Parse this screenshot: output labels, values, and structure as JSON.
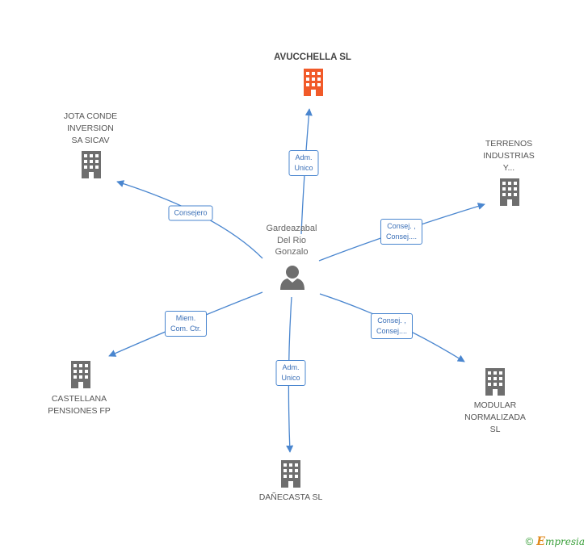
{
  "center": {
    "lines": [
      "Gardeazabal",
      "Del Rio",
      "Gonzalo"
    ],
    "icon": "person-icon"
  },
  "companies": [
    {
      "id": "avucchella",
      "lines": [
        "AVUCCHELLA SL"
      ],
      "highlight": true,
      "icon": "building-icon"
    },
    {
      "id": "jota-conde",
      "lines": [
        "JOTA CONDE",
        "INVERSION",
        "SA SICAV"
      ],
      "icon": "building-icon"
    },
    {
      "id": "terrenos",
      "lines": [
        "TERRENOS",
        "INDUSTRIAS",
        "Y..."
      ],
      "icon": "building-icon"
    },
    {
      "id": "castellana",
      "lines": [
        "CASTELLANA",
        "PENSIONES FP"
      ],
      "icon": "building-icon"
    },
    {
      "id": "danecasta",
      "lines": [
        "DAÑECASTA SL"
      ],
      "icon": "building-icon"
    },
    {
      "id": "modular",
      "lines": [
        "MODULAR",
        "NORMALIZADA",
        "SL"
      ],
      "icon": "building-icon"
    }
  ],
  "roles": [
    {
      "target": "avucchella",
      "lines": [
        "Adm.",
        "Unico"
      ]
    },
    {
      "target": "jota-conde",
      "lines": [
        "Consejero"
      ]
    },
    {
      "target": "terrenos",
      "lines": [
        "Consej. ,",
        "Consej...."
      ]
    },
    {
      "target": "castellana",
      "lines": [
        "Miem.",
        "Com. Ctr."
      ]
    },
    {
      "target": "danecasta",
      "lines": [
        "Adm.",
        "Unico"
      ]
    },
    {
      "target": "modular",
      "lines": [
        "Consej. ,",
        "Consej...."
      ]
    }
  ],
  "colors": {
    "highlight": "#f15a29",
    "building": "#6e6e6e",
    "edge": "#4a86cf",
    "person": "#6e6e6e"
  },
  "footer": {
    "copyright": "©",
    "brand_initial": "E",
    "brand_rest": "mpresia"
  }
}
